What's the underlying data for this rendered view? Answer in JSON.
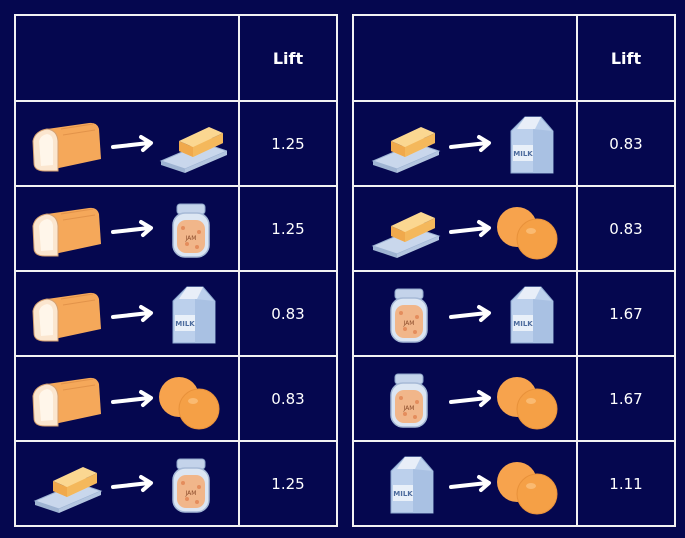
{
  "header": {
    "rule_label": "",
    "lift_label": "Lift"
  },
  "items": {
    "bread": {
      "icon": "bread-icon"
    },
    "butter": {
      "icon": "butter-icon"
    },
    "jam": {
      "icon": "jam-jar-icon",
      "label": "JAM"
    },
    "milk": {
      "icon": "milk-carton-icon",
      "label": "MILK"
    },
    "eggs": {
      "icon": "eggs-icon"
    }
  },
  "tables": [
    {
      "rows": [
        {
          "from": "bread",
          "to": "butter",
          "lift": "1.25"
        },
        {
          "from": "bread",
          "to": "jam",
          "lift": "1.25"
        },
        {
          "from": "bread",
          "to": "milk",
          "lift": "0.83"
        },
        {
          "from": "bread",
          "to": "eggs",
          "lift": "0.83"
        },
        {
          "from": "butter",
          "to": "jam",
          "lift": "1.25"
        }
      ]
    },
    {
      "rows": [
        {
          "from": "butter",
          "to": "milk",
          "lift": "0.83"
        },
        {
          "from": "butter",
          "to": "eggs",
          "lift": "0.83"
        },
        {
          "from": "jam",
          "to": "milk",
          "lift": "1.67"
        },
        {
          "from": "jam",
          "to": "eggs",
          "lift": "1.67"
        },
        {
          "from": "milk",
          "to": "eggs",
          "lift": "1.11"
        }
      ]
    }
  ],
  "colors": {
    "background": "#05074f",
    "grid": "#f2f2f2",
    "text": "#ffffff",
    "bread": "#f5a85a",
    "eggs": "#f7a34d",
    "milk": "#bcd0ec"
  }
}
